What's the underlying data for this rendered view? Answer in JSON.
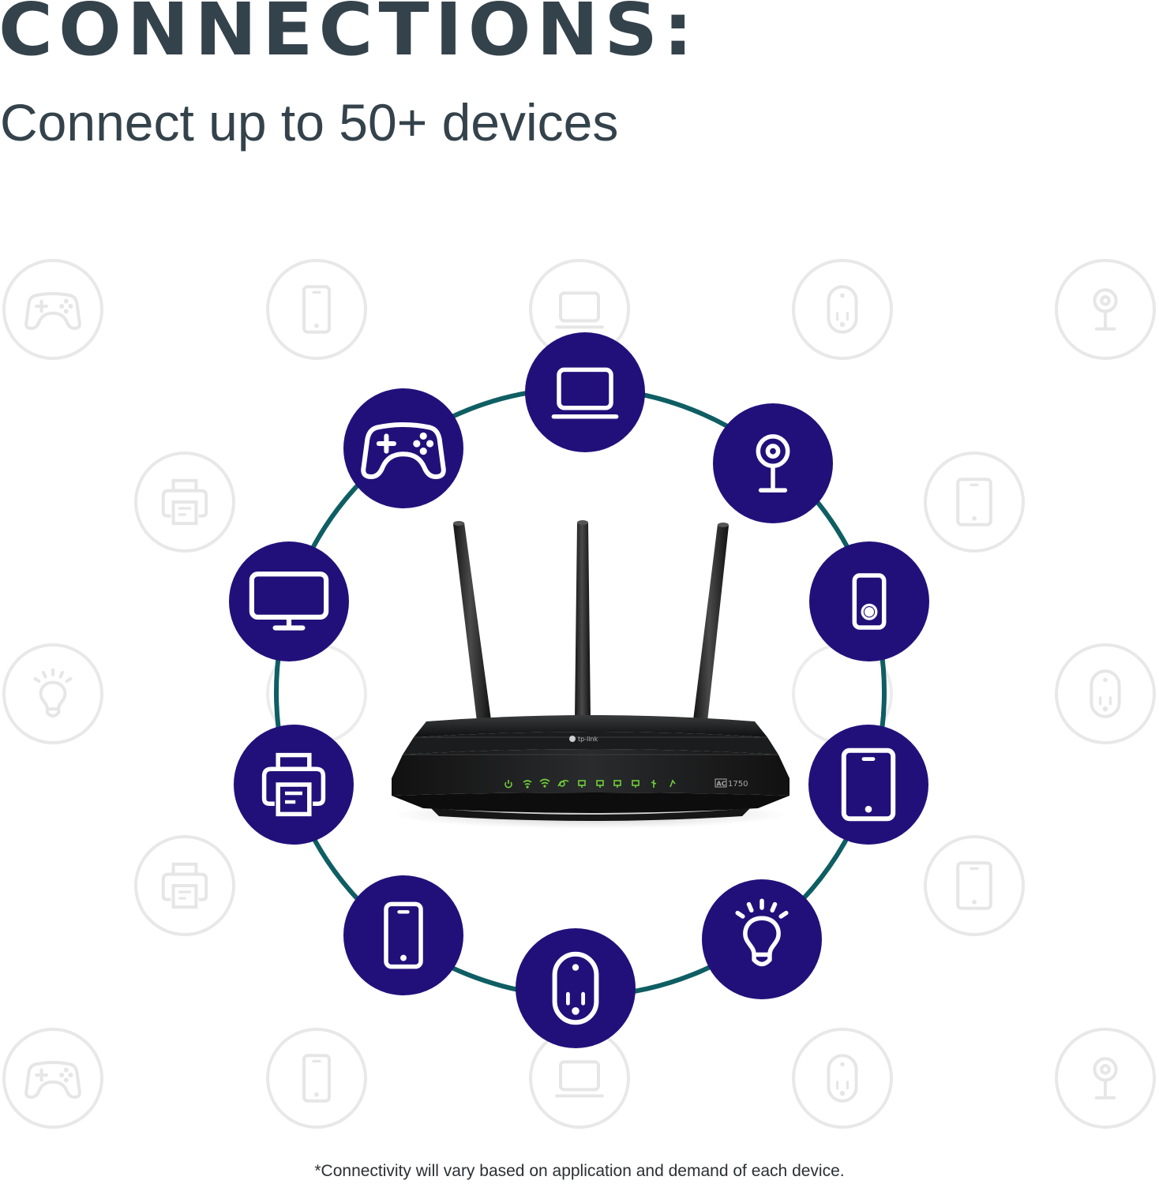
{
  "header": {
    "title": "CONNECTIONS:",
    "subtitle": "Connect up to 50+ devices"
  },
  "footnote": "*Connectivity will vary based on application and demand of each device.",
  "colors": {
    "text": "#34424b",
    "node_fill": "#22107a",
    "ring": "#0e5e63",
    "ghost": "#e6e6e6",
    "led": "#6fcf3a"
  },
  "center_device": {
    "type": "router",
    "brand_label": "tp-link",
    "model_badge_prefix": "AC",
    "model_badge_number": "1750",
    "antennas": 3,
    "status_leds": [
      "power",
      "wifi-2.4ghz",
      "wifi-5ghz",
      "internet",
      "lan1",
      "lan2",
      "lan3",
      "lan4",
      "usb",
      "wps"
    ]
  },
  "connected_devices": [
    {
      "name": "laptop",
      "icon": "laptop-icon"
    },
    {
      "name": "security camera",
      "icon": "camera-icon"
    },
    {
      "name": "video doorbell",
      "icon": "doorbell-icon"
    },
    {
      "name": "tablet",
      "icon": "tablet-icon"
    },
    {
      "name": "smart bulb",
      "icon": "lightbulb-icon"
    },
    {
      "name": "smart plug",
      "icon": "smart-plug-icon"
    },
    {
      "name": "smartphone",
      "icon": "phone-icon"
    },
    {
      "name": "printer",
      "icon": "printer-icon"
    },
    {
      "name": "TV / monitor",
      "icon": "monitor-icon"
    },
    {
      "name": "game console",
      "icon": "gamepad-icon"
    }
  ],
  "background_pattern": [
    {
      "icon": "gamepad-icon"
    },
    {
      "icon": "phone-icon"
    },
    {
      "icon": "laptop-icon"
    },
    {
      "icon": "smart-plug-icon"
    },
    {
      "icon": "camera-icon"
    },
    {
      "icon": "printer-icon"
    },
    {
      "icon": "tablet-icon"
    },
    {
      "icon": "lightbulb-icon"
    },
    {
      "icon": "smart-plug-icon"
    },
    {
      "icon": "printer-icon"
    },
    {
      "icon": "tablet-icon"
    },
    {
      "icon": "gamepad-icon"
    },
    {
      "icon": "phone-icon"
    },
    {
      "icon": "laptop-icon"
    },
    {
      "icon": "smart-plug-icon"
    },
    {
      "icon": "camera-icon"
    }
  ]
}
